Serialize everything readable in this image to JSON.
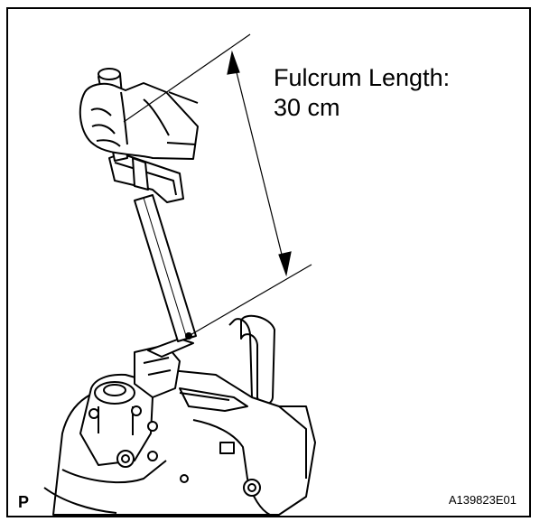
{
  "annotation": {
    "title": "Fulcrum Length:",
    "value": "30 cm"
  },
  "corner_mark": "P",
  "figure_code": "A139823E01"
}
